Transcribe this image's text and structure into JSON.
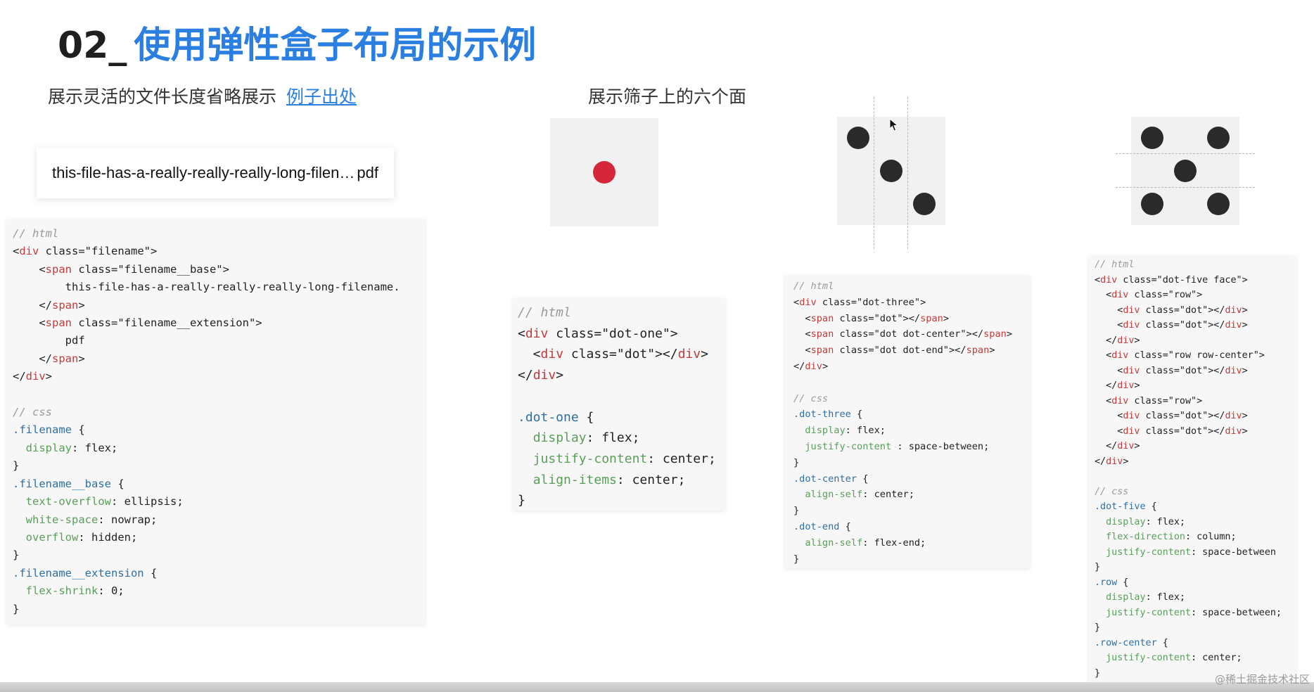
{
  "title": {
    "number": "02_",
    "text": "使用弹性盒子布局的示例"
  },
  "left_section": {
    "subtitle": "展示灵活的文件长度省略展示",
    "link": "例子出处",
    "demo_base": "this-file-has-a-really-really-really-long-filename.",
    "demo_extension": "pdf"
  },
  "right_section": {
    "subtitle": "展示筛子上的六个面"
  },
  "code_blocks": {
    "filename": [
      "// html",
      "<div class=\"filename\">",
      "    <span class=\"filename__base\">",
      "        this-file-has-a-really-really-really-long-filename.",
      "    </span>",
      "    <span class=\"filename__extension\">",
      "        pdf",
      "    </span>",
      "</div>",
      "",
      "// css",
      ".filename {",
      "  display: flex;",
      "}",
      ".filename__base {",
      "  text-overflow: ellipsis;",
      "  white-space: nowrap;",
      "  overflow: hidden;",
      "}",
      ".filename__extension {",
      "  flex-shrink: 0;",
      "}"
    ],
    "dot_one": [
      "// html",
      "<div class=\"dot-one\">",
      "  <div class=\"dot\"></div>",
      "</div>",
      "",
      ".dot-one {",
      "  display: flex;",
      "  justify-content: center;",
      "  align-items: center;",
      "}"
    ],
    "dot_three": [
      "// html",
      "<div class=\"dot-three\">",
      "  <span class=\"dot\"></span>",
      "  <span class=\"dot dot-center\"></span>",
      "  <span class=\"dot dot-end\"></span>",
      "</div>",
      "",
      "// css",
      ".dot-three {",
      "  display: flex;",
      "  justify-content : space-between;",
      "}",
      ".dot-center {",
      "  align-self: center;",
      "}",
      ".dot-end {",
      "  align-self: flex-end;",
      "}"
    ],
    "dot_five": [
      "// html",
      "<div class=\"dot-five face\">",
      "  <div class=\"row\">",
      "    <div class=\"dot\"></div>",
      "    <div class=\"dot\"></div>",
      "  </div>",
      "  <div class=\"row row-center\">",
      "    <div class=\"dot\"></div>",
      "  </div>",
      "  <div class=\"row\">",
      "    <div class=\"dot\"></div>",
      "    <div class=\"dot\"></div>",
      "  </div>",
      "</div>",
      "",
      "// css",
      ".dot-five {",
      "  display: flex;",
      "  flex-direction: column;",
      "  justify-content: space-between",
      "}",
      ".row {",
      "  display: flex;",
      "  justify-content: space-between;",
      "}",
      ".row-center {",
      "  justify-content: center;",
      "}"
    ]
  },
  "dice": {
    "one": {
      "dot_color": "#d6273a"
    },
    "three": {
      "dot_color": "#2a2a2a"
    },
    "five": {
      "dot_color": "#2a2a2a"
    }
  },
  "watermark": "@稀土掘金技术社区",
  "colors": {
    "accent": "#2b7fe0",
    "code_bg": "#f6f7f6",
    "face_bg": "#f1f1f1"
  }
}
